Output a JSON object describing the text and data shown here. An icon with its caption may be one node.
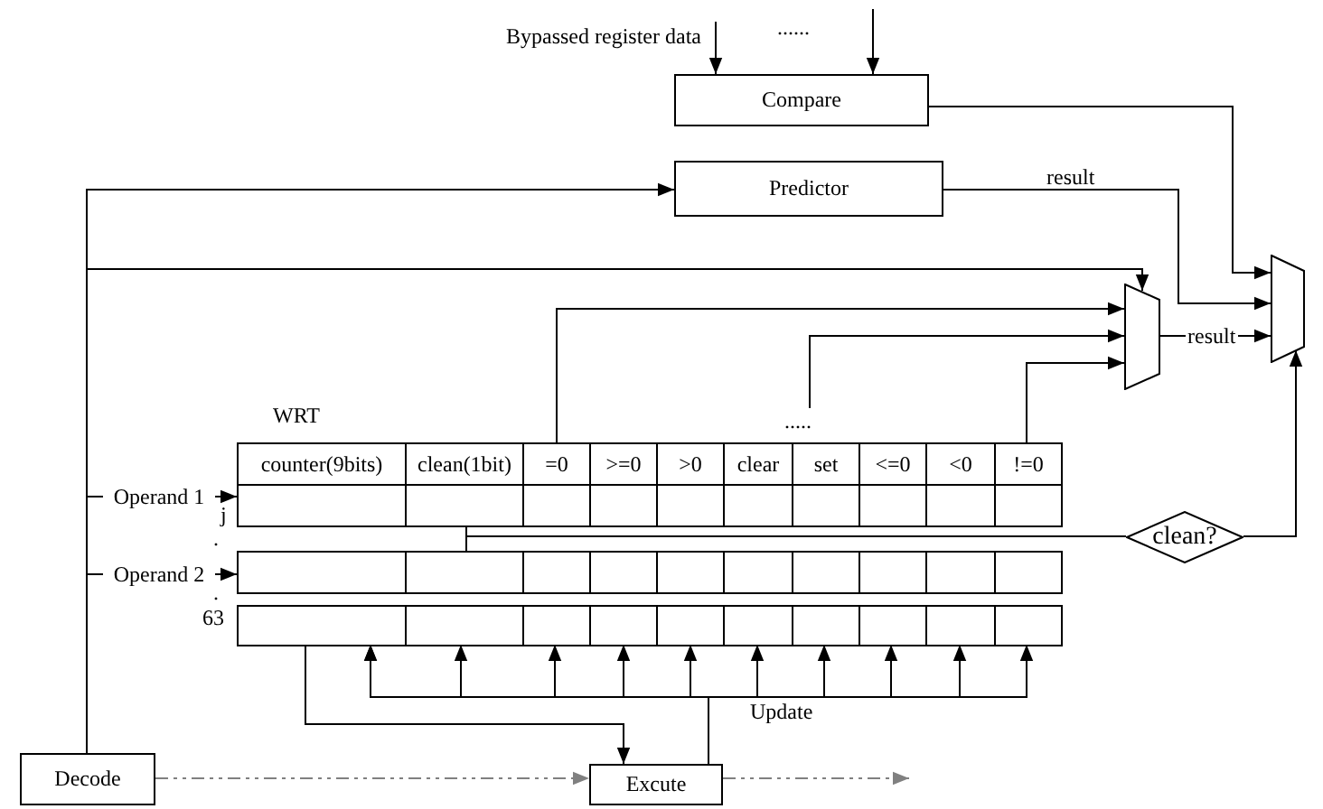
{
  "diagram": {
    "nodes": [
      {
        "text": [
          "Bypassed register data"
        ]
      },
      {
        "text": [
          "Compare"
        ]
      },
      {
        "text": [
          "Predictor"
        ]
      },
      {
        "text": [],
        "shape": "trapezoid"
      },
      {
        "text": [],
        "shape": "trapezoid"
      },
      {
        "text": [
          "WRT"
        ]
      },
      {
        "text": [
          "Operand 1"
        ]
      },
      {
        "text": [
          "Operand 2"
        ]
      },
      {
        "text": [
          "clean?"
        ]
      },
      {
        "text": [
          "Decode"
        ]
      },
      {
        "text": [
          "Excute"
        ]
      }
    ],
    "edges": [
      {
        "from": 0,
        "to": 1,
        "arrow": "to"
      },
      {
        "from": null,
        "to": 1,
        "arrow": "to"
      },
      {
        "from": 1,
        "to": 4,
        "arrow": "to"
      },
      {
        "from": 2,
        "to": 4,
        "arrow": "to",
        "label": "result"
      },
      {
        "from": 3,
        "to": 4,
        "arrow": "to",
        "label": "result"
      },
      {
        "from": 9,
        "to": 2,
        "arrow": "to"
      },
      {
        "from": 9,
        "to": 3,
        "arrow": "to"
      },
      {
        "from": 9,
        "to": 6,
        "arrow": "none"
      },
      {
        "from": 9,
        "to": 7,
        "arrow": "none"
      },
      {
        "from": 6,
        "to": 5,
        "arrow": "to"
      },
      {
        "from": 7,
        "to": 5,
        "arrow": "to"
      },
      {
        "from": 5,
        "to": 3,
        "arrow": "to"
      },
      {
        "from": 5,
        "to": 3,
        "arrow": "to"
      },
      {
        "from": 5,
        "to": 3,
        "arrow": "to"
      },
      {
        "from": 5,
        "to": 8,
        "arrow": "none"
      },
      {
        "from": 8,
        "to": 4,
        "arrow": "to"
      },
      {
        "from": 5,
        "to": 10,
        "arrow": "to"
      },
      {
        "from": 10,
        "to": 5,
        "arrow": "to",
        "label": "Update"
      },
      {
        "from": 9,
        "to": 10,
        "arrow": "to",
        "style": "dashed",
        "color": "#808080"
      },
      {
        "from": 10,
        "to": null,
        "arrow": "to",
        "style": "dashed",
        "color": "#808080"
      }
    ],
    "labels": [
      "......",
      ".....",
      "counter(9bits)",
      "clean(1bit)",
      "=0",
      ">=0",
      ">0",
      "clear",
      "set",
      "<=0",
      "<0",
      "!=0",
      "j",
      ".",
      ".",
      "63"
    ]
  }
}
